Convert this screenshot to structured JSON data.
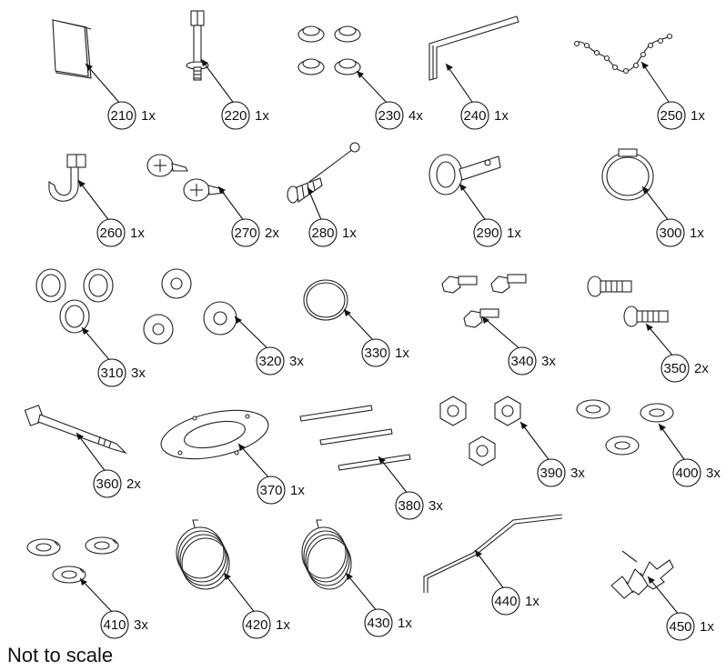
{
  "parts": [
    {
      "number": "210",
      "qty": "1x",
      "icon": "manual-booklet"
    },
    {
      "number": "220",
      "qty": "1x",
      "icon": "hex-bolt"
    },
    {
      "number": "230",
      "qty": "4x",
      "icon": "rubber-bumpers"
    },
    {
      "number": "240",
      "qty": "1x",
      "icon": "allen-key"
    },
    {
      "number": "250",
      "qty": "1x",
      "icon": "bead-chain"
    },
    {
      "number": "260",
      "qty": "1x",
      "icon": "hook"
    },
    {
      "number": "270",
      "qty": "2x",
      "icon": "phillips-screws"
    },
    {
      "number": "280",
      "qty": "1x",
      "icon": "screw-with-pin"
    },
    {
      "number": "290",
      "qty": "1x",
      "icon": "clamp-bracket"
    },
    {
      "number": "300",
      "qty": "1x",
      "icon": "hose-clamp"
    },
    {
      "number": "310",
      "qty": "3x",
      "icon": "ear-clamps"
    },
    {
      "number": "320",
      "qty": "3x",
      "icon": "nuts-with-sleeve"
    },
    {
      "number": "330",
      "qty": "1x",
      "icon": "o-ring"
    },
    {
      "number": "340",
      "qty": "3x",
      "icon": "hex-flange-bolts"
    },
    {
      "number": "350",
      "qty": "2x",
      "icon": "slotted-screws"
    },
    {
      "number": "360",
      "qty": "2x",
      "icon": "cable-tie"
    },
    {
      "number": "370",
      "qty": "1x",
      "icon": "gasket-plate"
    },
    {
      "number": "380",
      "qty": "3x",
      "icon": "pins"
    },
    {
      "number": "390",
      "qty": "3x",
      "icon": "hex-nuts"
    },
    {
      "number": "400",
      "qty": "3x",
      "icon": "washers"
    },
    {
      "number": "410",
      "qty": "3x",
      "icon": "split-lock-washers"
    },
    {
      "number": "420",
      "qty": "1x",
      "icon": "coil-spring"
    },
    {
      "number": "430",
      "qty": "1x",
      "icon": "coil-spring"
    },
    {
      "number": "440",
      "qty": "1x",
      "icon": "bent-rod"
    },
    {
      "number": "450",
      "qty": "1x",
      "icon": "barbed-fitting"
    }
  ],
  "footer": "Not to scale"
}
